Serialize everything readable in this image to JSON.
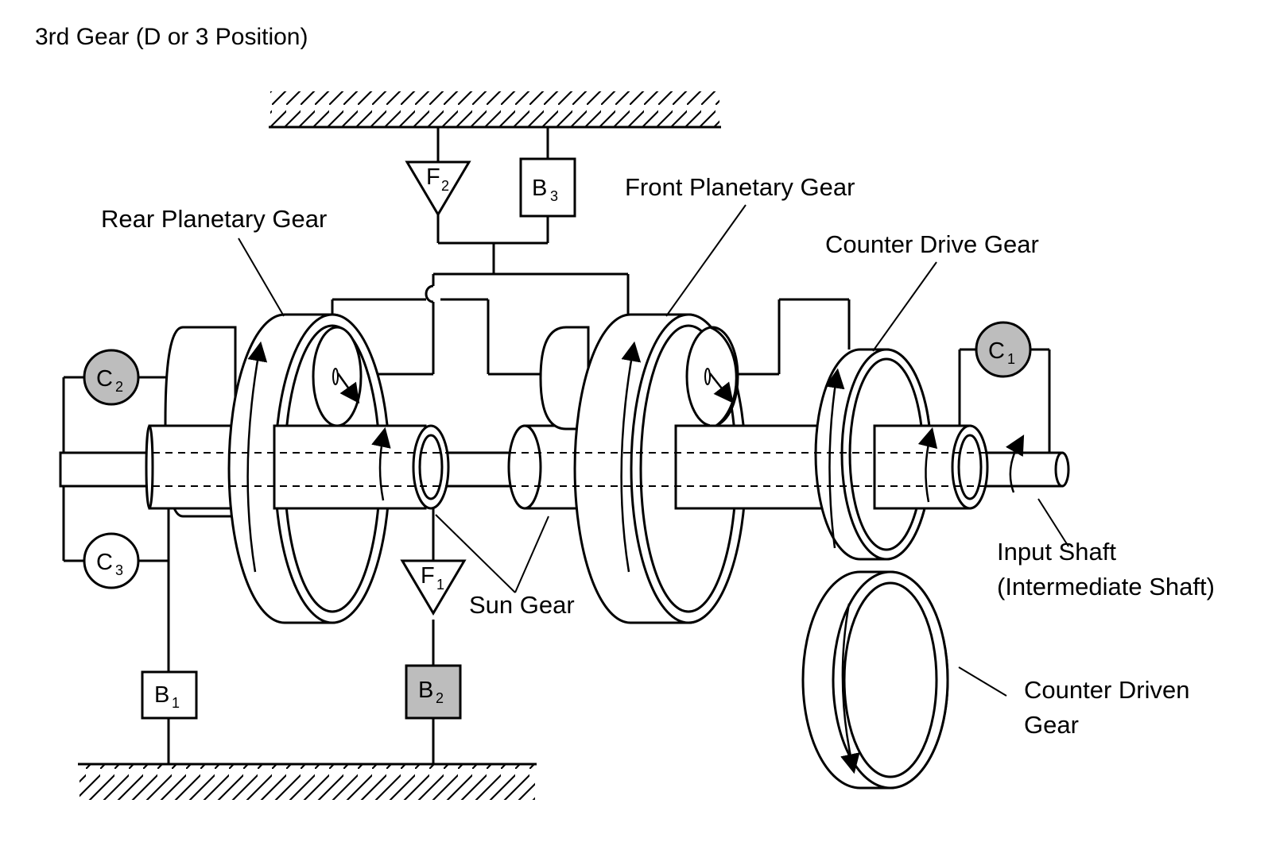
{
  "title": "3rd Gear (D or 3 Position)",
  "colors": {
    "line": "#000000",
    "background": "#ffffff",
    "engaged_fill": "#bdbdbd"
  },
  "labels": {
    "rear_planetary": "Rear Planetary Gear",
    "front_planetary": "Front Planetary Gear",
    "counter_drive": "Counter Drive Gear",
    "input_shaft_1": "Input Shaft",
    "input_shaft_2": "(Intermediate Shaft)",
    "sun_gear": "Sun Gear",
    "counter_driven_1": "Counter Driven",
    "counter_driven_2": "Gear"
  },
  "components": {
    "F2": {
      "letter": "F",
      "sub": "2",
      "engaged": false
    },
    "B3": {
      "letter": "B",
      "sub": "3",
      "engaged": false
    },
    "C2": {
      "letter": "C",
      "sub": "2",
      "engaged": true
    },
    "C3": {
      "letter": "C",
      "sub": "3",
      "engaged": false
    },
    "C1": {
      "letter": "C",
      "sub": "1",
      "engaged": true
    },
    "F1": {
      "letter": "F",
      "sub": "1",
      "engaged": false
    },
    "B1": {
      "letter": "B",
      "sub": "1",
      "engaged": false
    },
    "B2": {
      "letter": "B",
      "sub": "2",
      "engaged": true
    }
  }
}
